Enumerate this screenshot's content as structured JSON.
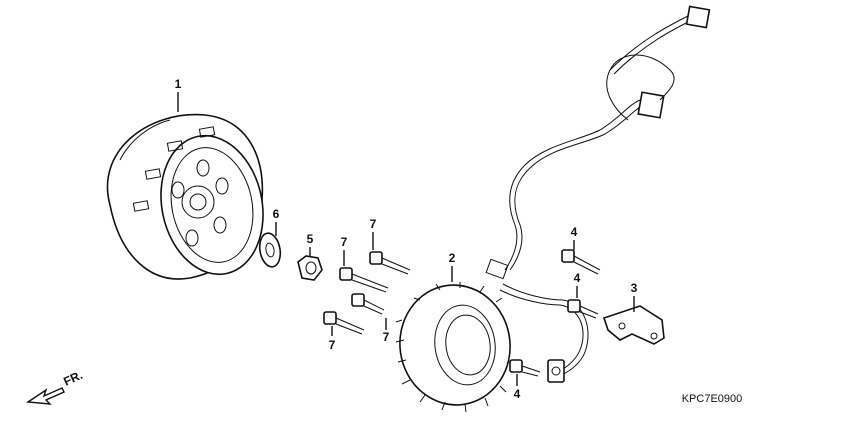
{
  "diagram": {
    "code": "KPC7E0900",
    "front_label": "FR.",
    "callouts": {
      "flywheel": "1",
      "stator": "2",
      "bracket": "3",
      "bolt_upper": "4",
      "bolt_mid": "4",
      "bolt_lower": "4",
      "nut": "5",
      "washer": "6",
      "bolt7_a": "7",
      "bolt7_b": "7",
      "bolt7_c": "7",
      "bolt7_d": "7"
    }
  }
}
